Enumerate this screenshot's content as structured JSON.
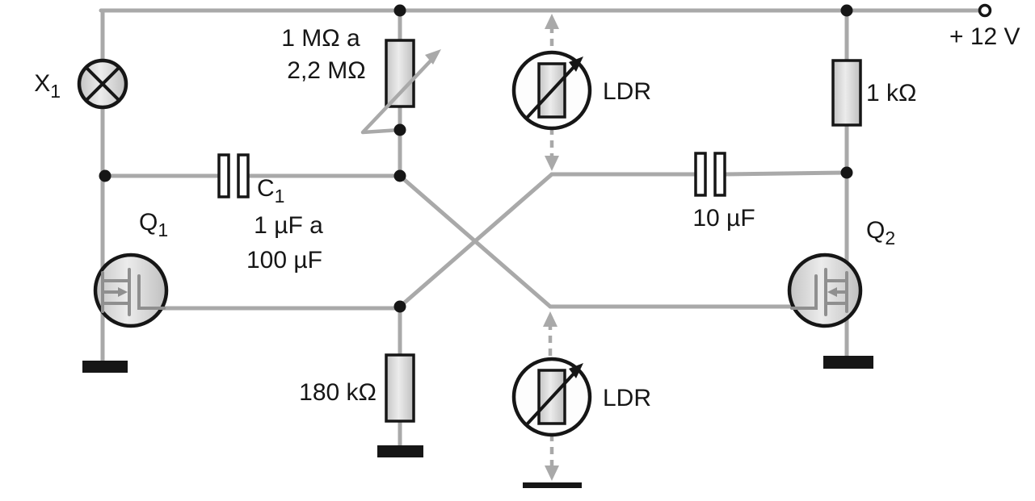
{
  "power": {
    "label": "+ 12 V"
  },
  "components": {
    "lamp_x1": {
      "ref": "X",
      "ref_sub": "1"
    },
    "pot_feedback": {
      "value_line1": "1 MΩ a",
      "value_line2": "2,2 MΩ"
    },
    "ldr_top": {
      "label": "LDR"
    },
    "resistor_1k": {
      "value": "1 kΩ"
    },
    "cap_c1": {
      "ref": "C",
      "ref_sub": "1",
      "value_line1": "1 µF a",
      "value_line2": "100 µF"
    },
    "cap_10uf": {
      "value": "10 µF"
    },
    "mosfet_q1": {
      "ref": "Q",
      "ref_sub": "1"
    },
    "mosfet_q2": {
      "ref": "Q",
      "ref_sub": "2"
    },
    "resistor_180k": {
      "value": "180 kΩ"
    },
    "ldr_bottom": {
      "label": "LDR"
    }
  },
  "colors": {
    "wire": "#a9a9a9",
    "outline": "#161616",
    "component_fill": "#d6d6d6",
    "mosfet": "#8f8f8f",
    "text": "#161616",
    "background": "#ffffff"
  }
}
